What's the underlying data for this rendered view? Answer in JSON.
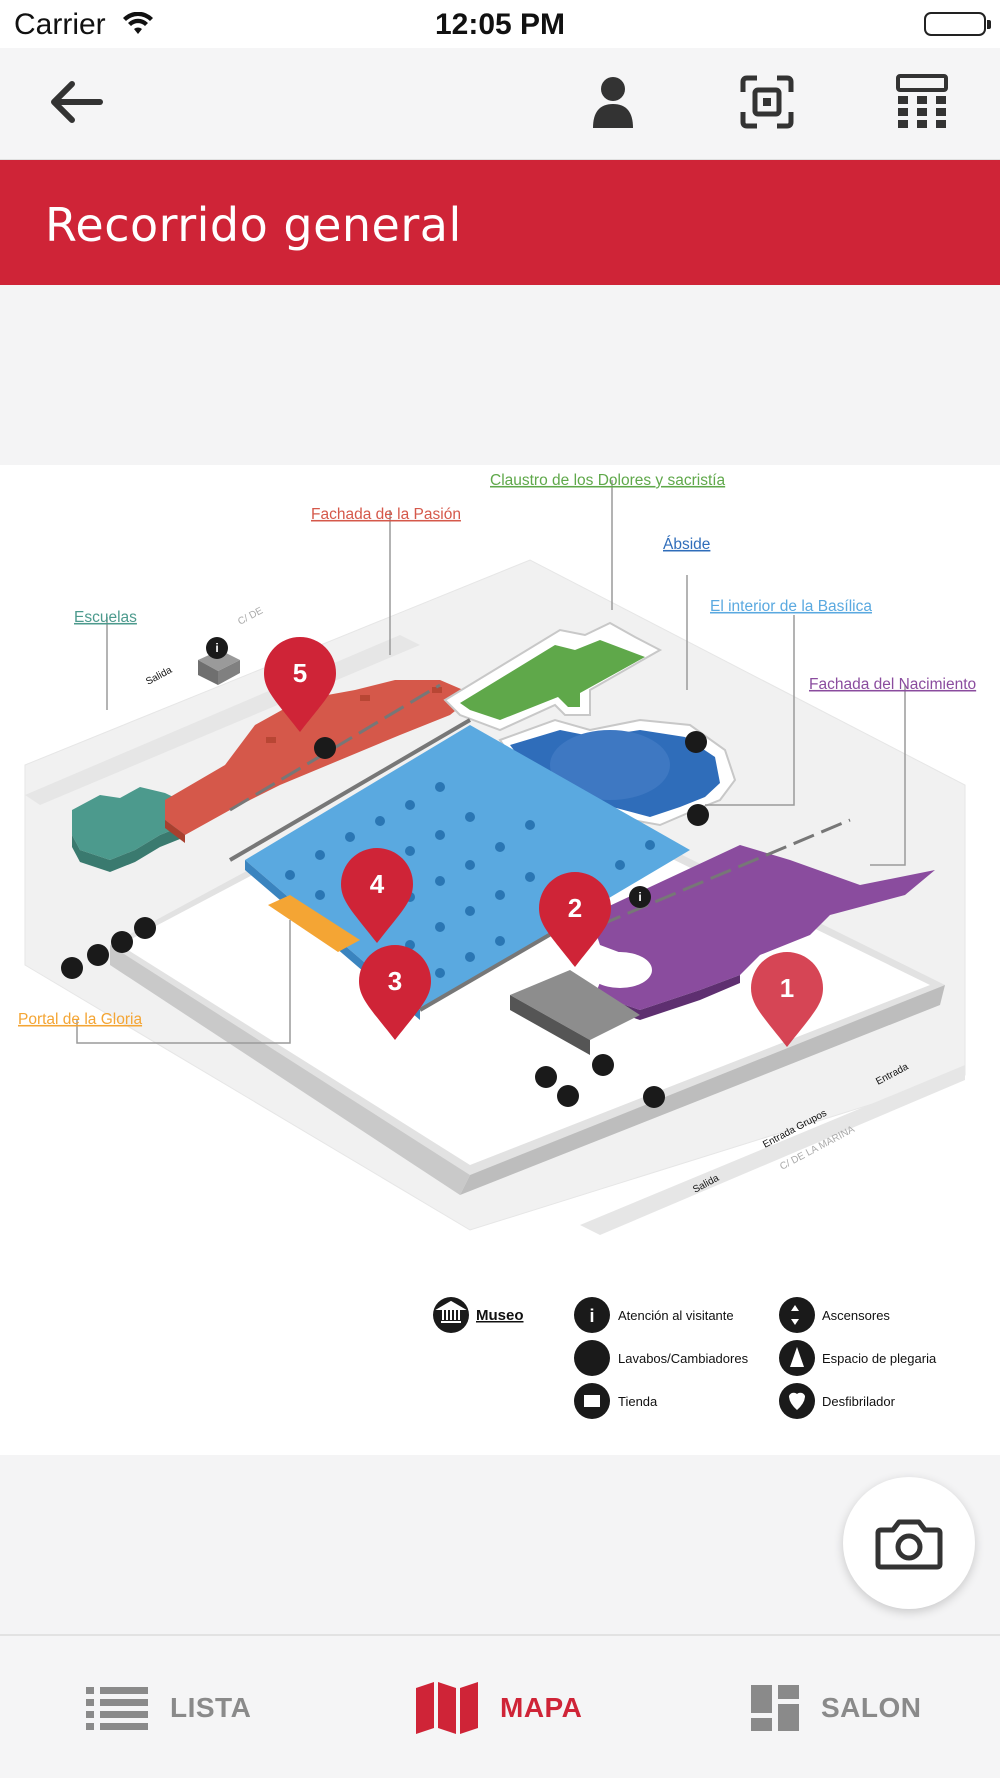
{
  "status_bar": {
    "carrier": "Carrier",
    "time": "12:05 PM"
  },
  "toolbar": {
    "back_icon": "arrow-left-icon",
    "profile_icon": "user-icon",
    "scan_icon": "scan-frame-icon",
    "calc_icon": "calculator-icon"
  },
  "page": {
    "title": "Recorrido general"
  },
  "map": {
    "areas": {
      "claustro": "Claustro de los Dolores y sacristía",
      "pasion": "Fachada de la Pasión",
      "abside": "Ábside",
      "interior": "El interior de la Basílica",
      "escuelas": "Escuelas",
      "nacimiento": "Fachada del Nacimiento",
      "gloria": "Portal de la Gloria"
    },
    "colors": {
      "claustro": "#5fa84a",
      "pasion": "#d5584a",
      "abside": "#2f6dba",
      "interior": "#5aa9e0",
      "escuelas": "#4c9a8d",
      "nacimiento": "#8a4c9e",
      "gloria": "#f4a534",
      "pin": "#cf2437"
    },
    "pins": [
      "1",
      "2",
      "3",
      "4",
      "5"
    ],
    "small_labels": {
      "salida_top": "Salida",
      "salida_bottom": "Salida",
      "entrada": "Entrada",
      "entrada_grupos": "Entrada Grupos",
      "street_marina": "C/ DE LA MARINA",
      "street_top": "C/ DE"
    }
  },
  "legend": {
    "museo": "Museo",
    "atencion": "Atención al visitante",
    "lavabos": "Lavabos/Cambiadores",
    "tienda": "Tienda",
    "ascensores": "Ascensores",
    "plegaria": "Espacio de plegaria",
    "desfibrilador": "Desfibrilador"
  },
  "camera": {
    "icon": "camera-icon"
  },
  "tabs": [
    {
      "label": "LISTA",
      "icon": "list-icon",
      "active": false
    },
    {
      "label": "MAPA",
      "icon": "map-icon",
      "active": true
    },
    {
      "label": "SALON",
      "icon": "dashboard-icon",
      "active": false
    }
  ]
}
